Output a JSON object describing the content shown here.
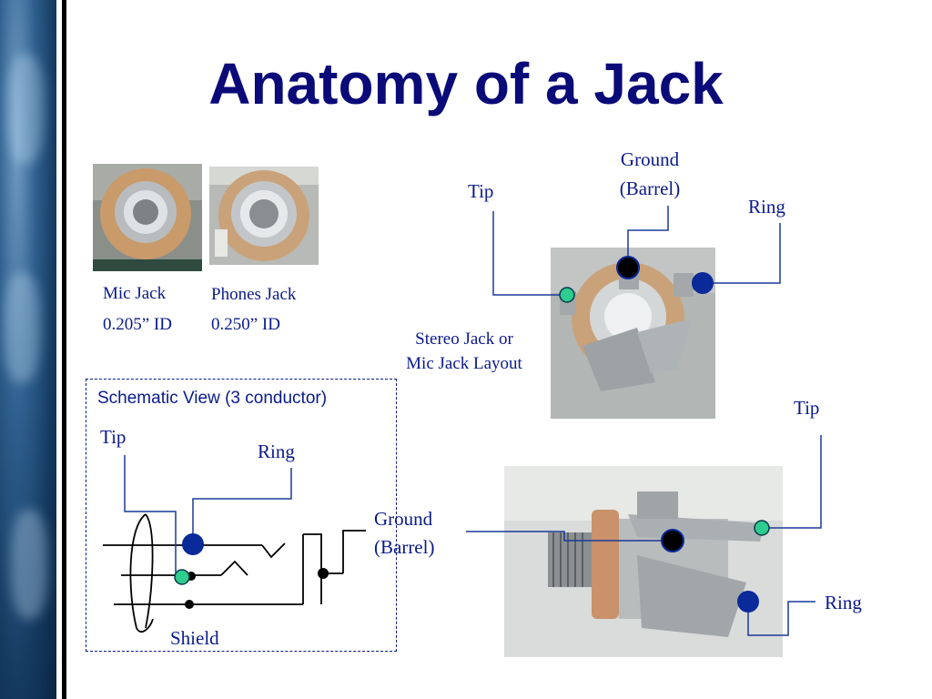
{
  "slide": {
    "title": "Anatomy of a Jack"
  },
  "jacks": {
    "mic_label": "Mic Jack",
    "mic_id": "0.205” ID",
    "phones_label": "Phones Jack",
    "phones_id": "0.250” ID"
  },
  "stereo": {
    "caption_line1": "Stereo Jack or",
    "caption_line2": "Mic Jack Layout",
    "tip_label": "Tip",
    "ground_line1": "Ground",
    "ground_line2": "(Barrel)",
    "ring_label": "Ring"
  },
  "schematic": {
    "title": "Schematic View (3 conductor)",
    "tip_label": "Tip",
    "ring_label": "Ring",
    "shield_label": "Shield"
  },
  "side_view": {
    "tip_label": "Tip",
    "ground_line1": "Ground",
    "ground_line2": "(Barrel)",
    "ring_label": "Ring"
  },
  "colors": {
    "title": "#0a0a78",
    "label_text": "#0a1a8a",
    "tip_dot": "#2ecc8e",
    "ring_dot": "#0a2a9a",
    "ground_dot": "#000000",
    "leader_line": "#1a3a9a"
  }
}
